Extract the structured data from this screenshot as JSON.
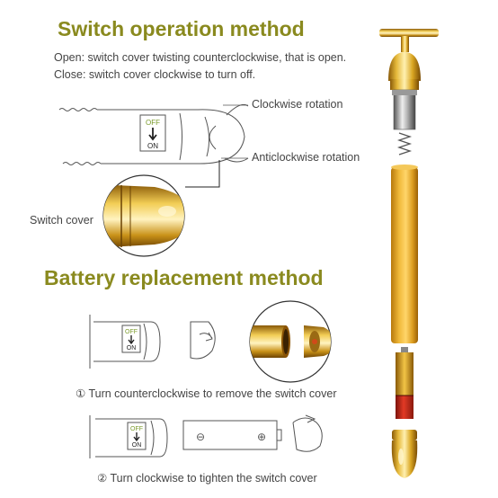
{
  "switch_section": {
    "title": "Switch operation method",
    "open_text": "Open: switch cover twisting counterclockwise, that is open.",
    "close_text": "Close: switch cover clockwise to turn off.",
    "label_clockwise": "Clockwise rotation",
    "label_anticlockwise": "Anticlockwise rotation",
    "label_switch_cover": "Switch cover",
    "switch_off": "OFF",
    "switch_on": "ON"
  },
  "battery_section": {
    "title": "Battery replacement method",
    "step1": "①  Turn counterclockwise to remove the switch cover",
    "step2": "②  Turn clockwise to tighten the switch cover",
    "switch_off": "OFF",
    "switch_on": "ON",
    "minus_sign": "⊖",
    "plus_sign": "⊕"
  },
  "colors": {
    "title": "#8a8a1f",
    "gold": "#d9a521",
    "battery_red": "#c0271c"
  }
}
